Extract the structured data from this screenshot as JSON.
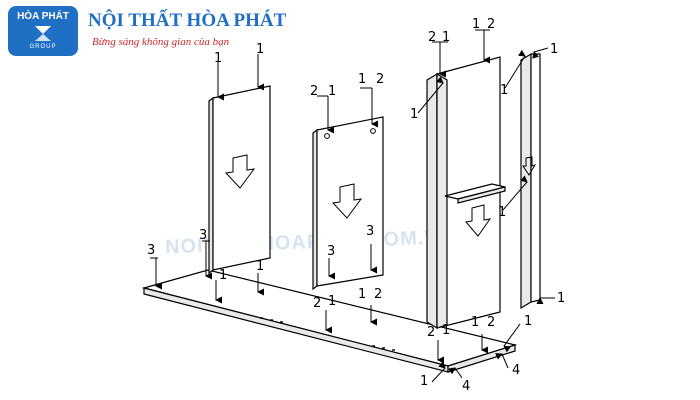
{
  "brand": {
    "logo_text": "HÒA PHÁT",
    "logo_subtext": "GROUP",
    "company_name": "NỘI THẤT HÒA PHÁT",
    "tagline": "Bừng sáng không gian của bạn"
  },
  "watermark": "NOITHATHOAPHAT.COM.VN",
  "colors": {
    "brand_blue": "#1f6fc4",
    "tagline_red": "#cc2a2a",
    "line": "#000000"
  },
  "labels": {
    "one": "1",
    "two": "2",
    "three": "3",
    "four": "4"
  }
}
